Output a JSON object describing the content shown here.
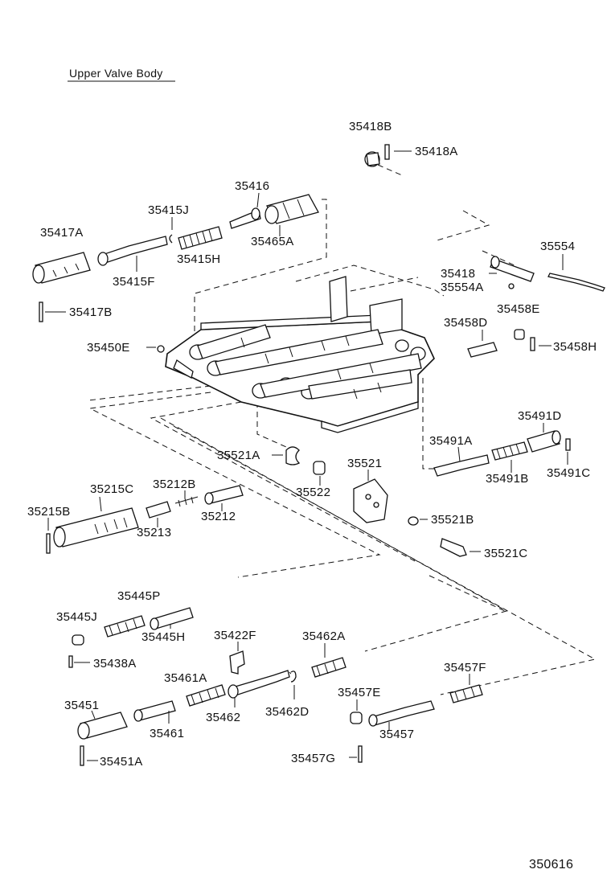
{
  "title": "Upper Valve Body",
  "figure_code": "350616",
  "labels": {
    "p35418B": "35418B",
    "p35418A": "35418A",
    "p35416": "35416",
    "p35415J": "35415J",
    "p35417A": "35417A",
    "p35465A": "35465A",
    "p35415H": "35415H",
    "p35415F": "35415F",
    "p35554": "35554",
    "p35418": "35418",
    "p35554A": "35554A",
    "p35417B": "35417B",
    "p35458E": "35458E",
    "p35458D": "35458D",
    "p35450E": "35450E",
    "p35458H": "35458H",
    "p35491D": "35491D",
    "p35491A": "35491A",
    "p35521A": "35521A",
    "p35521": "35521",
    "p35491B": "35491B",
    "p35491C": "35491C",
    "p35215C": "35215C",
    "p35212B": "35212B",
    "p35522": "35522",
    "p35215B": "35215B",
    "p35212": "35212",
    "p35213": "35213",
    "p35521B": "35521B",
    "p35521C": "35521C",
    "p35445P": "35445P",
    "p35445J": "35445J",
    "p35445H": "35445H",
    "p35422F": "35422F",
    "p35462A": "35462A",
    "p35438A": "35438A",
    "p35461A": "35461A",
    "p35457F": "35457F",
    "p35451": "35451",
    "p35462D": "35462D",
    "p35457E": "35457E",
    "p35462": "35462",
    "p35461": "35461",
    "p35457": "35457",
    "p35457G": "35457G",
    "p35451A": "35451A"
  }
}
